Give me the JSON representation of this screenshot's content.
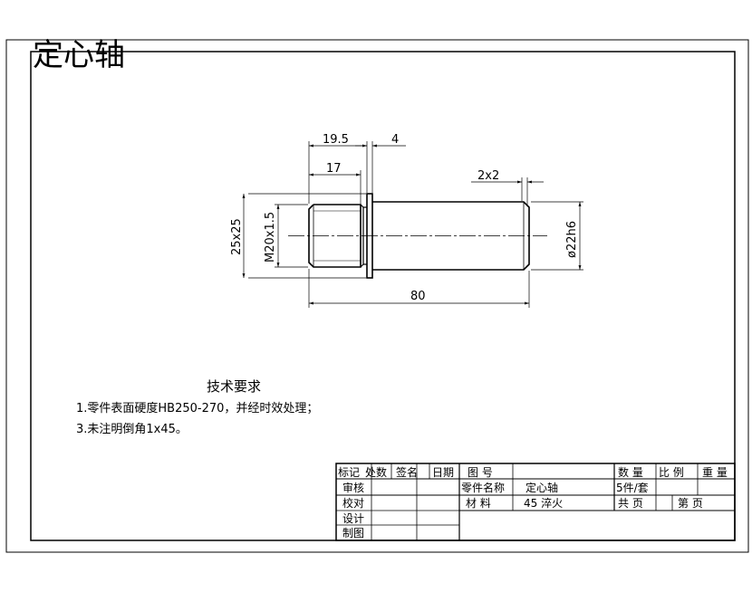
{
  "drawing_title": "定心轴",
  "title_color": "#e00000",
  "dimensions": {
    "d_19_5": "19.5",
    "d_4": "4",
    "d_17": "17",
    "d_2x2": "2x2",
    "d_25x25": "25x25",
    "d_m20": "M20x1.5",
    "d_22h6": "ø22h6",
    "d_80": "80"
  },
  "requirements": {
    "heading": "技术要求",
    "items": [
      "1.零件表面硬度HB250-270，并经时效处理；",
      "3.未注明倒角1x45。"
    ]
  },
  "title_block": {
    "rev_headers": [
      "标记",
      "处数",
      "签名",
      "日期"
    ],
    "roles": [
      "审核",
      "校对",
      "设计",
      "制图"
    ],
    "drawing_no_label": "图 号",
    "part_name_label": "零件名称",
    "part_name": "定心轴",
    "material_label": "材 料",
    "material": "45 淬火",
    "qty_label": "数 量",
    "scale_label": "比 例",
    "weight_label": "重 量",
    "qty": "5件/套",
    "total_pages": "共   页",
    "page_no": "第   页"
  }
}
